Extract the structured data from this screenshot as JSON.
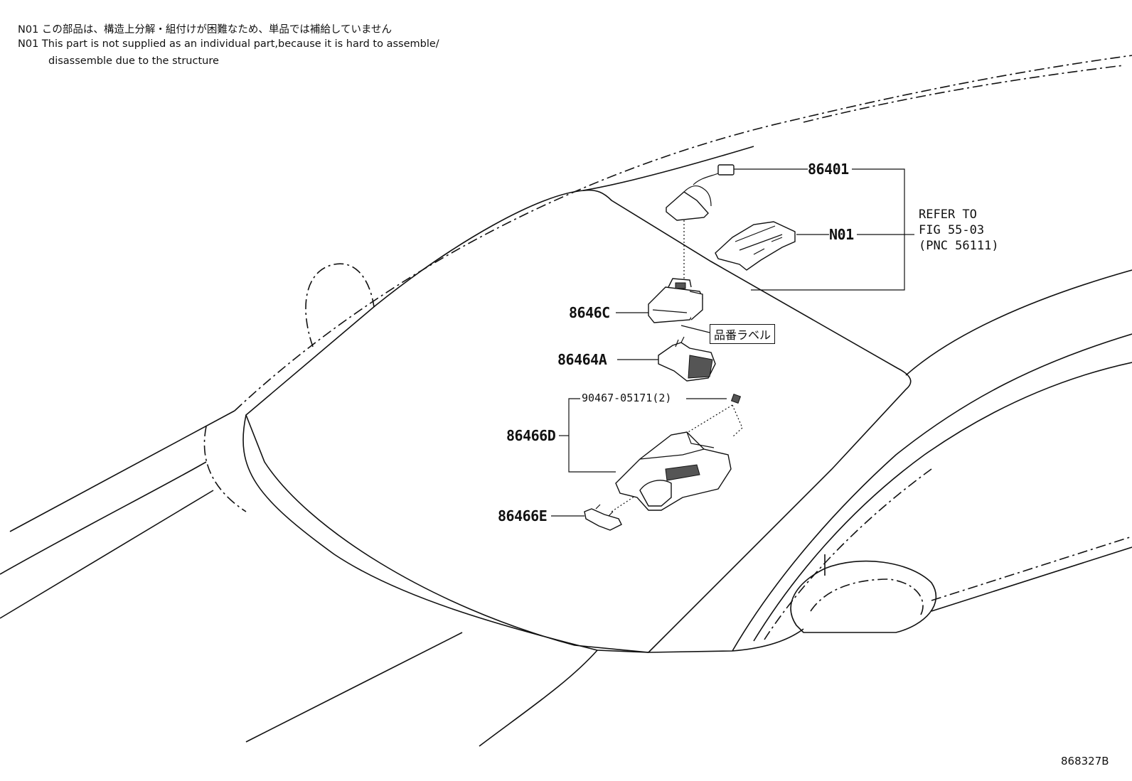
{
  "notes": {
    "line1": "N01 この部品は、構造上分解・組付けが困難なため、単品では補給していません",
    "line2": "N01 This part is not supplied as an individual part,because it is hard to assemble/",
    "line3": "disassemble due to the structure"
  },
  "callouts": {
    "c86401": "86401",
    "cN01": "N01",
    "c8646C": "8646C",
    "c86464A": "86464A",
    "c90467": "90467-05171(2)",
    "c86466D": "86466D",
    "c86466E": "86466E"
  },
  "refer": {
    "line1": "REFER TO",
    "line2": "FIG 55-03",
    "line3": "(PNC 56111)"
  },
  "part_label": "品番ラベル",
  "figure_id": "868327B"
}
